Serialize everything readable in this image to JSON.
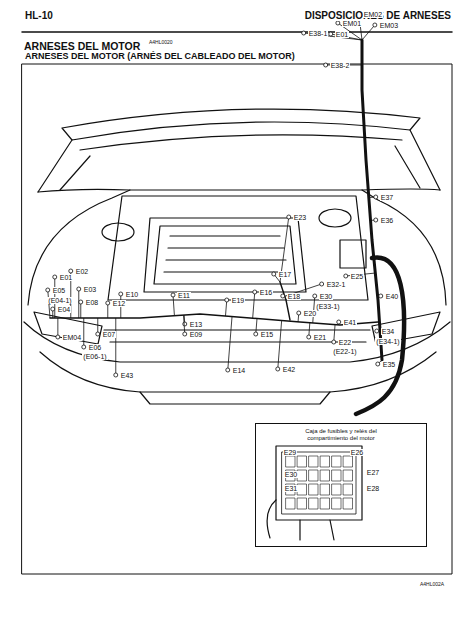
{
  "diagram": {
    "title": "ARNESES DEL MOTOR",
    "nodes": [
      {
        "text": [
          "Caja de fusibles y relés del compartimiento del motor"
        ]
      }
    ],
    "labels": [
      "HL-10",
      "DISPOSICIONES DE ARNESES",
      "A4HL0020",
      "ARNESES DEL MOTOR (ARNÉS DEL CABLEADO DEL MOTOR)",
      "EM02",
      "EM01",
      "EM03",
      "E38-1",
      "E01",
      "E38-2",
      "E37",
      "E36",
      "E23",
      "E17",
      "E25",
      "E32-1",
      "E16",
      "E18",
      "E19",
      "E30",
      "(E33-1)",
      "E20",
      "E40",
      "E41",
      "E21",
      "E34",
      "(E34-1)",
      "E22",
      "(E22-1)",
      "E35",
      "E15",
      "E42",
      "E14",
      "E43",
      "E01",
      "E02",
      "E05",
      "E03",
      "(E04-1)",
      "E04",
      "E08",
      "E10",
      "E11",
      "E12",
      "E13",
      "E09",
      "E07",
      "EM04",
      "E06",
      "(E06-1)",
      "E29",
      "E26",
      "E27",
      "E30",
      "E31",
      "E28",
      "A4HL002A"
    ]
  }
}
